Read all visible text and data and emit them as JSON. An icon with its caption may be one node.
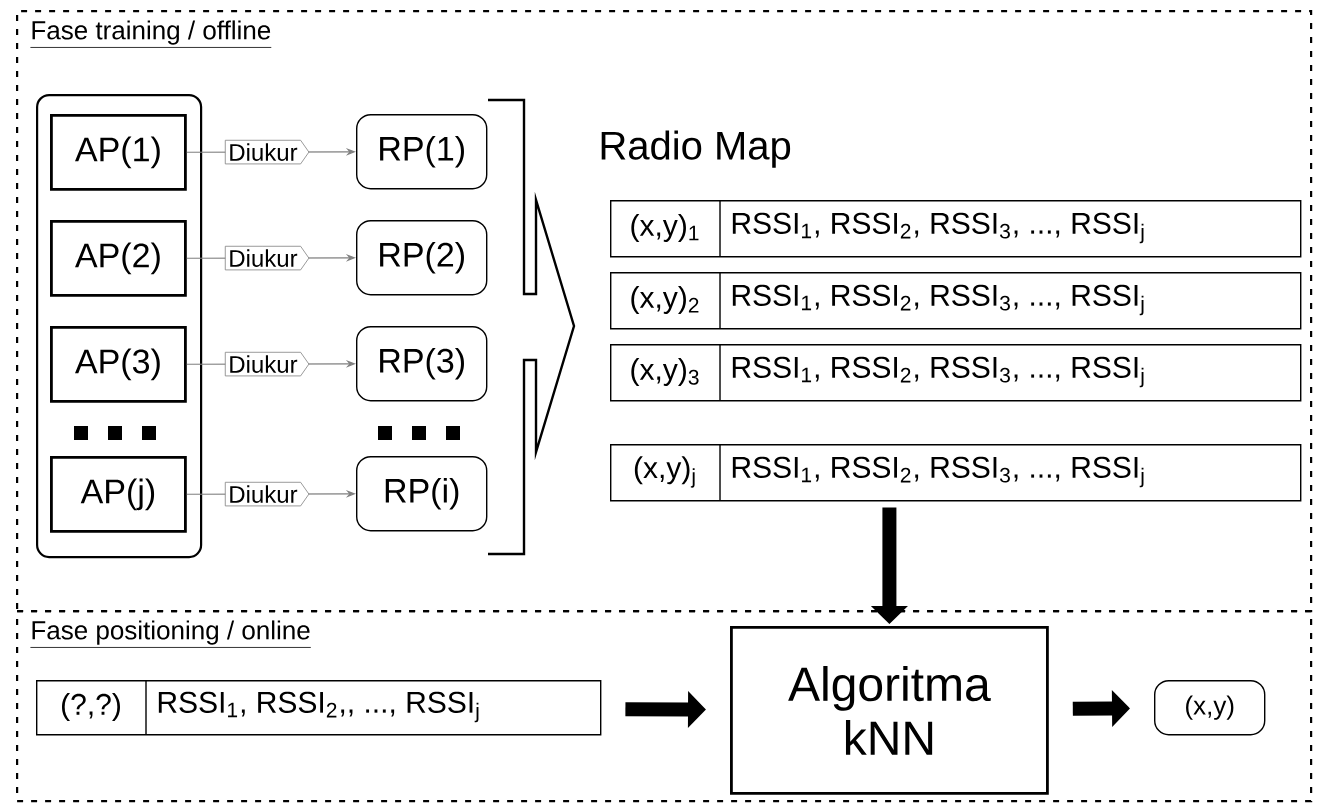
{
  "diagram": {
    "nodes": [
      {
        "text": [
          "Fase training / offline"
        ]
      },
      {
        "text": [],
        "shape": "box",
        "in": 0
      },
      {
        "text": [
          "AP(1)"
        ],
        "in": 1
      },
      {
        "text": [
          "AP(2)"
        ],
        "in": 1
      },
      {
        "text": [
          "AP(3)"
        ],
        "in": 1
      },
      {
        "text": [
          "AP(j)"
        ],
        "in": 1
      },
      {
        "text": [
          "RP(1)"
        ],
        "in": 0
      },
      {
        "text": [
          "RP(2)"
        ],
        "in": 0
      },
      {
        "text": [
          "RP(3)"
        ],
        "in": 0
      },
      {
        "text": [
          "RP(i)"
        ],
        "in": 0
      },
      {
        "text": [
          "(x,y)$_{1}$",
          "RSSI$_{1}$, RSSI$_{2}$, RSSI$_{3}$, ..., RSSI$_{j}$"
        ],
        "in": 0
      },
      {
        "text": [
          "(x,y)$_{2}$",
          "RSSI$_{1}$, RSSI$_{2}$, RSSI$_{3}$, ..., RSSI$_{j}$"
        ],
        "in": 0
      },
      {
        "text": [
          "(x,y)$_{3}$",
          "RSSI$_{1}$, RSSI$_{2}$, RSSI$_{3}$, ..., RSSI$_{j}$"
        ],
        "in": 0
      },
      {
        "text": [
          "(x,y)$_{j}$",
          "RSSI$_{1}$, RSSI$_{2}$, RSSI$_{3}$, ..., RSSI$_{j}$"
        ],
        "in": 0
      },
      {
        "text": [
          "Fase positioning / online"
        ]
      },
      {
        "text": [
          "(?,?)",
          "RSSI$_{1}$, RSSI$_{2}$,, ..., RSSI$_{j}$"
        ],
        "in": 14
      },
      {
        "text": [
          "Algoritma kNN"
        ],
        "in": 14
      },
      {
        "text": [
          "(x,y)"
        ],
        "in": 14
      }
    ],
    "edges": [
      {
        "from": 2,
        "to": 6,
        "arrow": "to",
        "label": "Diukur",
        "color": "#808080"
      },
      {
        "from": 3,
        "to": 7,
        "arrow": "to",
        "label": "Diukur",
        "color": "#808080"
      },
      {
        "from": 4,
        "to": 8,
        "arrow": "to",
        "label": "Diukur",
        "color": "#808080"
      },
      {
        "from": 5,
        "to": 9,
        "arrow": "to",
        "label": "Diukur",
        "color": "#808080"
      },
      {
        "from": 13,
        "to": 16,
        "arrow": "to",
        "style": "thick",
        "color": "#000000"
      },
      {
        "from": 15,
        "to": 16,
        "arrow": "to",
        "style": "thick",
        "color": "#000000"
      },
      {
        "from": 16,
        "to": 17,
        "arrow": "to",
        "style": "thick",
        "color": "#000000"
      }
    ],
    "labels": [
      "Radio Map"
    ]
  }
}
